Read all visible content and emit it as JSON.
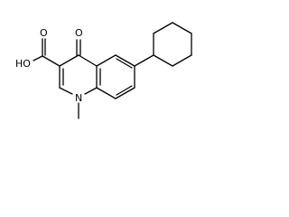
{
  "labels": {
    "hydroxyl": "HO",
    "carbonyl_oxygen": "O",
    "nitrogen": "N"
  },
  "colors": {
    "background": "#ffffff",
    "bond": "#000000",
    "text": "#000000"
  }
}
